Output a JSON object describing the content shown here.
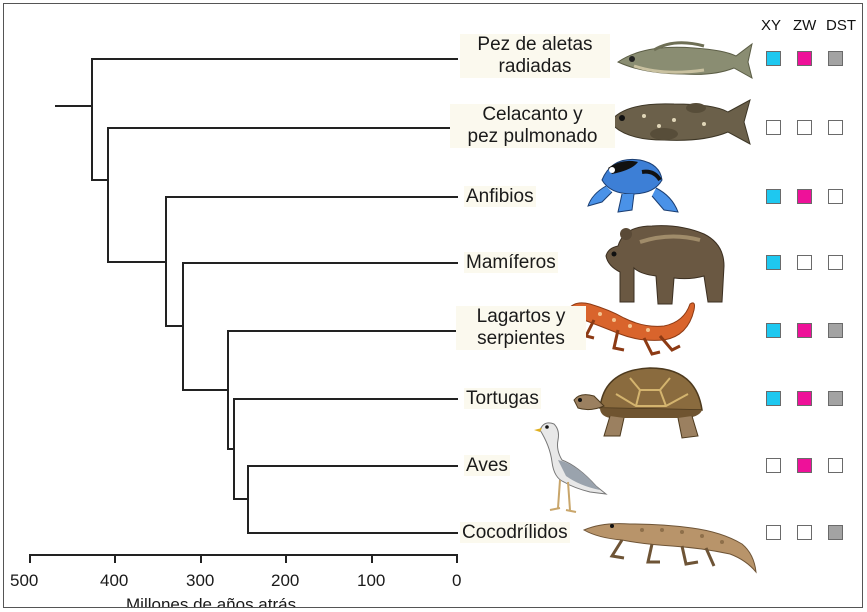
{
  "taxa": [
    {
      "line1": "Pez de aletas",
      "line2": "radiadas",
      "xy": true,
      "zw": true,
      "dst": true
    },
    {
      "line1": "Celacanto y",
      "line2": "pez pulmonado",
      "xy": false,
      "zw": false,
      "dst": false
    },
    {
      "line1": "Anfibios",
      "line2": "",
      "xy": true,
      "zw": true,
      "dst": false
    },
    {
      "line1": "Mamíferos",
      "line2": "",
      "xy": true,
      "zw": false,
      "dst": false
    },
    {
      "line1": "Lagartos y",
      "line2": "serpientes",
      "xy": true,
      "zw": true,
      "dst": true
    },
    {
      "line1": "Tortugas",
      "line2": "",
      "xy": true,
      "zw": true,
      "dst": true
    },
    {
      "line1": "Aves",
      "line2": "",
      "xy": false,
      "zw": true,
      "dst": false
    },
    {
      "line1": "Cocodrílidos",
      "line2": "",
      "xy": false,
      "zw": false,
      "dst": true
    }
  ],
  "columns": {
    "xy": "XY",
    "zw": "ZW",
    "dst": "DST"
  },
  "colors": {
    "xy": "#1ec8f0",
    "zw": "#ee1199",
    "dst": "#a3a3a3",
    "empty": "#ffffff"
  },
  "axis": {
    "title": "Millones de años atrás",
    "ticks": [
      "500",
      "400",
      "300",
      "200",
      "100",
      "0"
    ]
  },
  "icons": [
    "fish-icon",
    "coelacanth-icon",
    "frog-icon",
    "bear-icon",
    "lizard-icon",
    "tortoise-icon",
    "gull-icon",
    "crocodile-icon"
  ]
}
